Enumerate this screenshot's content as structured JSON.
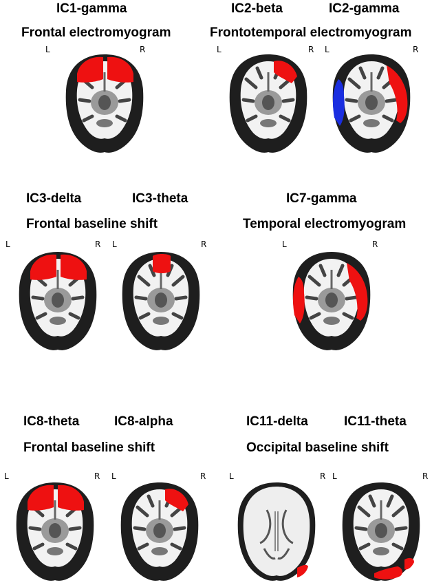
{
  "panels": {
    "p1": {
      "titles": [
        "IC1-gamma"
      ],
      "subtitle": "Frontal electromyogram"
    },
    "p2": {
      "titles": [
        "IC2-beta",
        "IC2-gamma"
      ],
      "subtitle": "Frontotemporal electromyogram"
    },
    "p3": {
      "titles": [
        "IC3-delta",
        "IC3-theta"
      ],
      "subtitle": "Frontal baseline shift"
    },
    "p4": {
      "titles": [
        "IC7-gamma"
      ],
      "subtitle": "Temporal electromyogram"
    },
    "p5": {
      "titles": [
        "IC8-theta",
        "IC8-alpha"
      ],
      "subtitle": "Frontal baseline shift"
    },
    "p6": {
      "titles": [
        "IC11-delta",
        "IC11-theta"
      ],
      "subtitle": "Occipital baseline shift"
    }
  },
  "side_labels": {
    "left": "L",
    "right": "R"
  },
  "colors": {
    "activation_positive": "#ee1111",
    "activation_negative": "#1a2ee0",
    "brain_dark": "#1e1e1e",
    "white_matter": "#f2f2f2"
  },
  "brain_maps": [
    {
      "id": "ic1-gamma",
      "regions": [
        "frontal-bilateral"
      ],
      "color": "red"
    },
    {
      "id": "ic2-beta",
      "regions": [
        "right-frontal"
      ],
      "color": "red"
    },
    {
      "id": "ic2-gamma",
      "regions": [
        "right-temporal"
      ],
      "color": "red",
      "secondary": {
        "regions": [
          "left-temporal"
        ],
        "color": "blue"
      }
    },
    {
      "id": "ic3-delta",
      "regions": [
        "frontal-bilateral"
      ],
      "color": "red"
    },
    {
      "id": "ic3-theta",
      "regions": [
        "frontal-midline"
      ],
      "color": "red"
    },
    {
      "id": "ic7-gamma",
      "regions": [
        "left-temporal",
        "right-temporal"
      ],
      "color": "red"
    },
    {
      "id": "ic8-theta",
      "regions": [
        "frontal-bilateral"
      ],
      "color": "red"
    },
    {
      "id": "ic8-alpha",
      "regions": [
        "right-frontal"
      ],
      "color": "red"
    },
    {
      "id": "ic11-delta",
      "regions": [
        "right-occipital"
      ],
      "color": "red"
    },
    {
      "id": "ic11-theta",
      "regions": [
        "occipital-bilateral"
      ],
      "color": "red"
    }
  ]
}
